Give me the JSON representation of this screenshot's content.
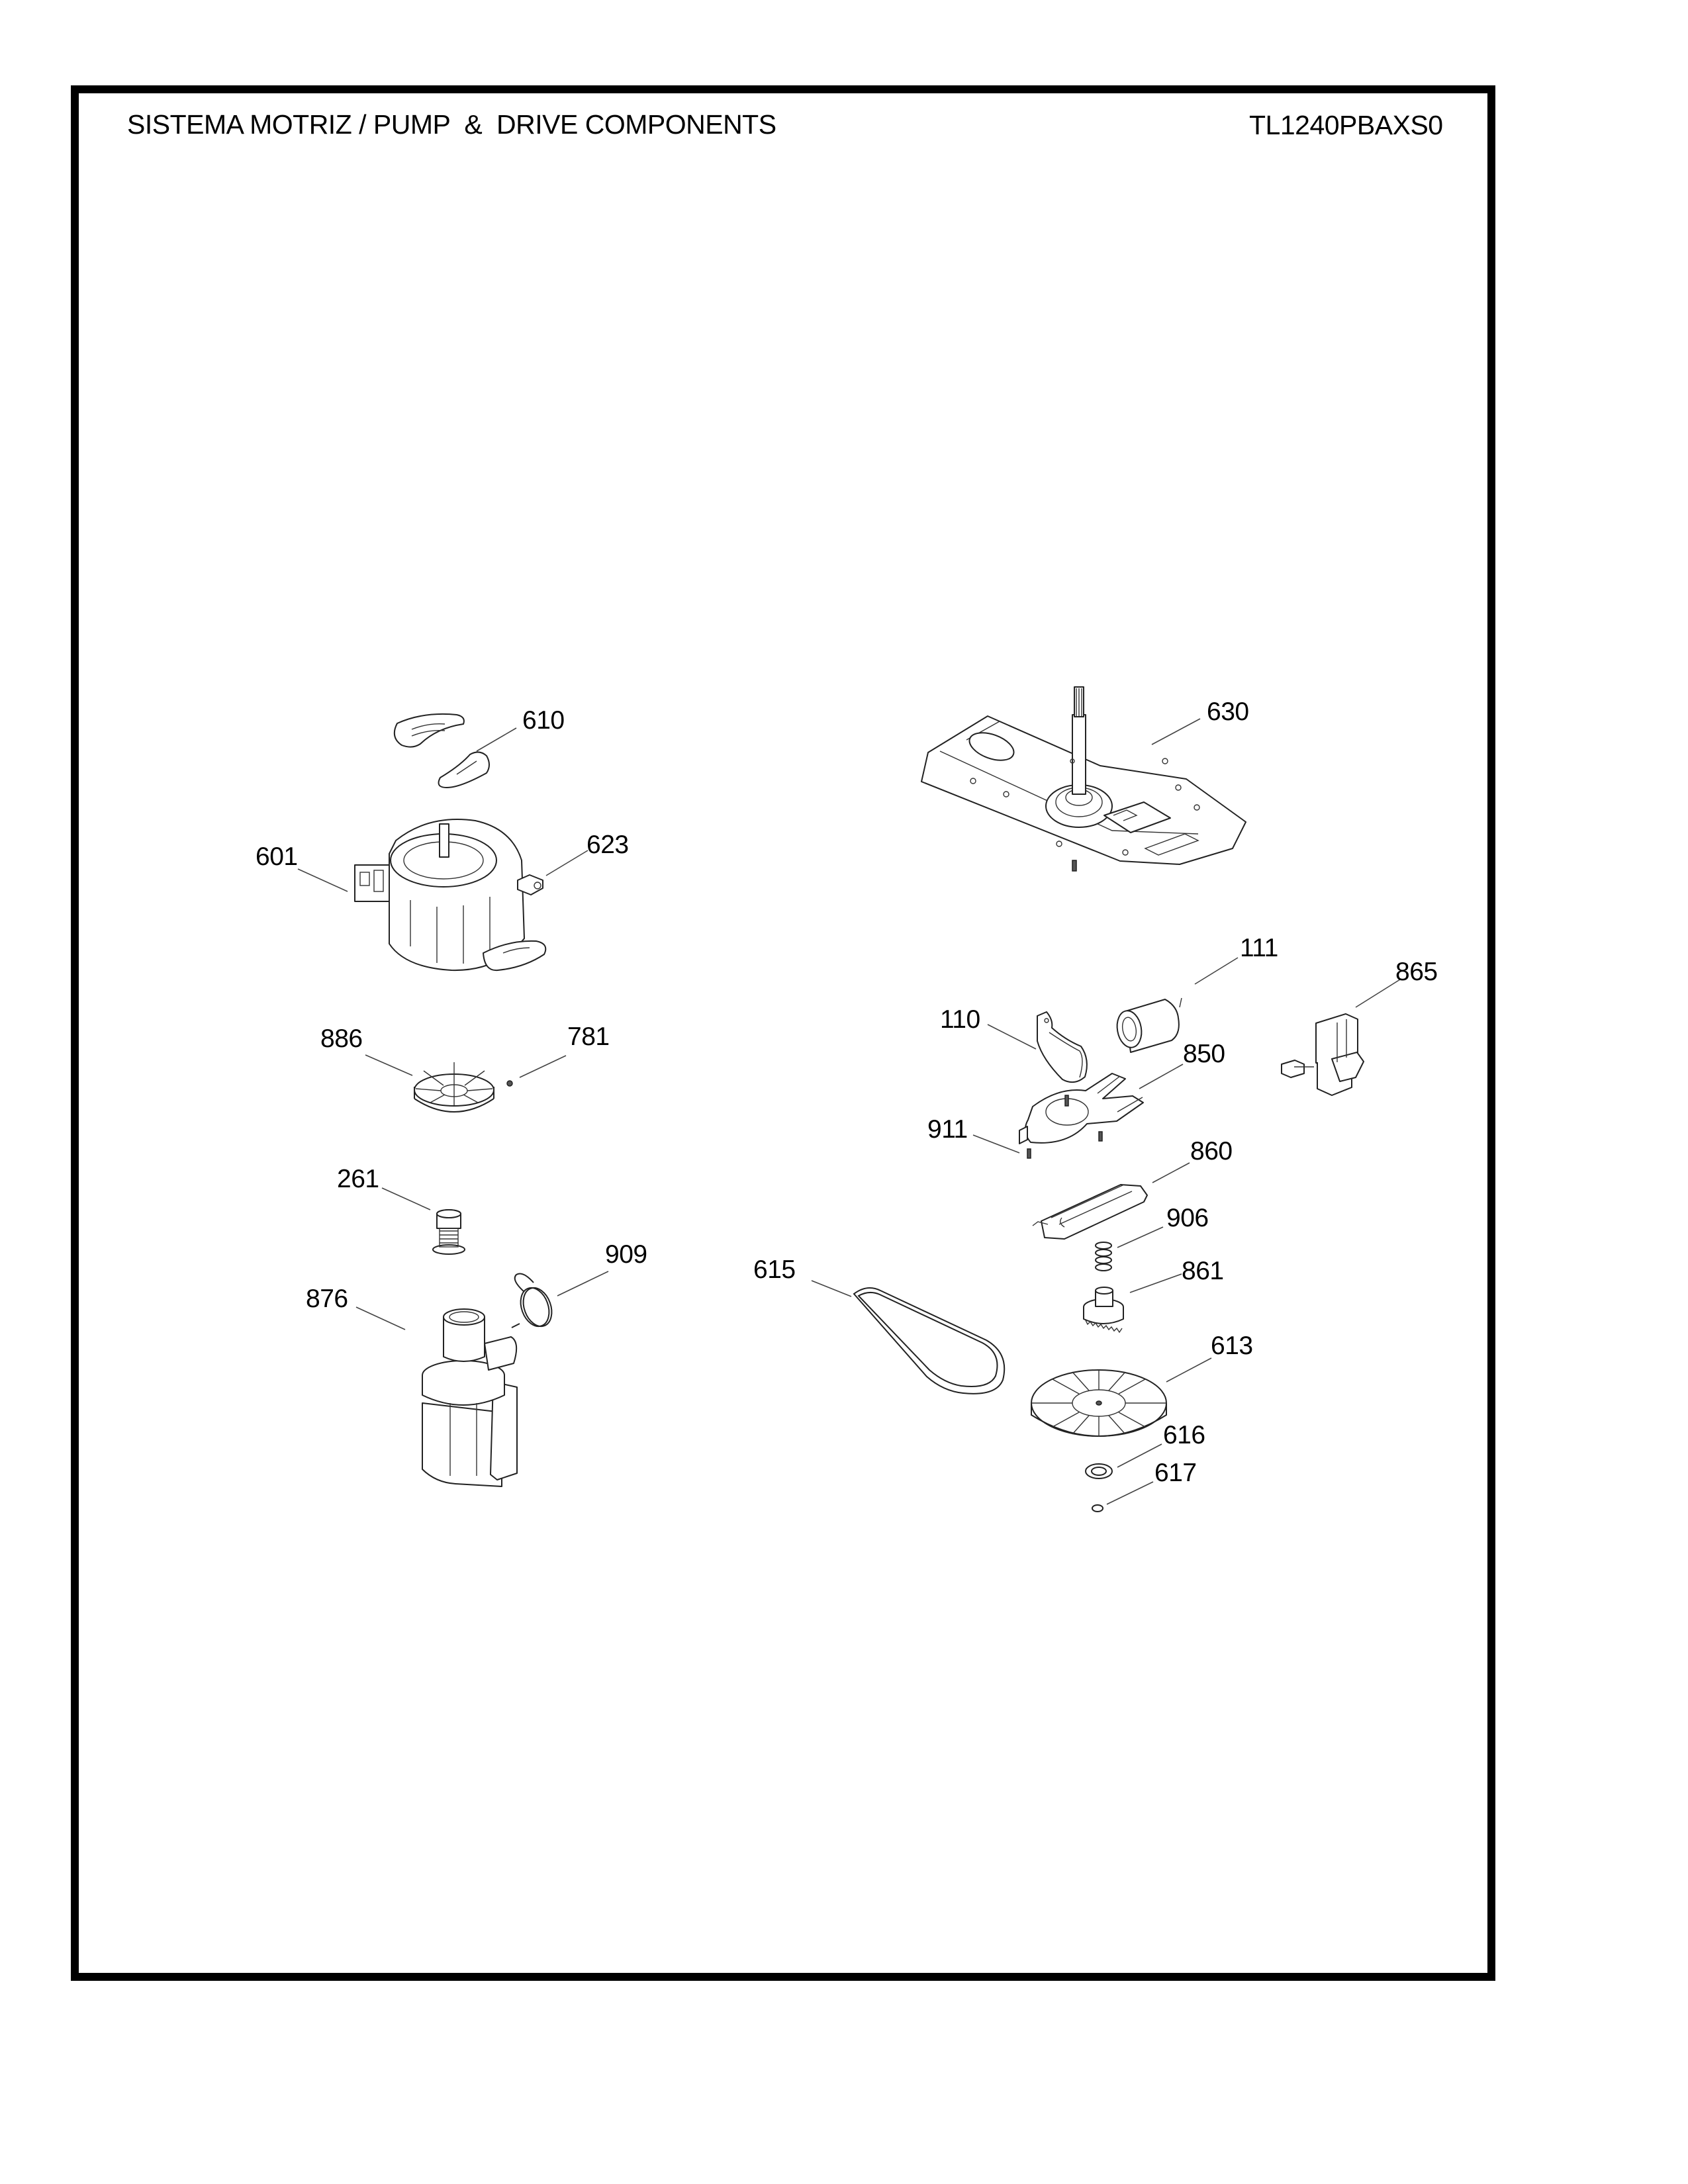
{
  "header": {
    "title": "SISTEMA MOTRIZ / PUMP  &  DRIVE COMPONENTS",
    "model": "TL1240PBAXS0"
  },
  "parts": [
    {
      "id": "610",
      "name": "motor-pad"
    },
    {
      "id": "601",
      "name": "drive-motor"
    },
    {
      "id": "623",
      "name": "motor-connector"
    },
    {
      "id": "886",
      "name": "motor-fan"
    },
    {
      "id": "781",
      "name": "set-screw"
    },
    {
      "id": "261",
      "name": "pump-filter"
    },
    {
      "id": "909",
      "name": "hose-clamp"
    },
    {
      "id": "876",
      "name": "drain-pump"
    },
    {
      "id": "630",
      "name": "transmission-plate"
    },
    {
      "id": "111",
      "name": "capacitor"
    },
    {
      "id": "865",
      "name": "clutch-actuator"
    },
    {
      "id": "110",
      "name": "capacitor-bracket"
    },
    {
      "id": "850",
      "name": "actuator-bracket"
    },
    {
      "id": "911",
      "name": "screw"
    },
    {
      "id": "860",
      "name": "gasket-frame"
    },
    {
      "id": "906",
      "name": "spring"
    },
    {
      "id": "615",
      "name": "drive-belt"
    },
    {
      "id": "861",
      "name": "clutch-gear"
    },
    {
      "id": "613",
      "name": "pulley"
    },
    {
      "id": "616",
      "name": "washer"
    },
    {
      "id": "617",
      "name": "retaining-ring"
    }
  ]
}
